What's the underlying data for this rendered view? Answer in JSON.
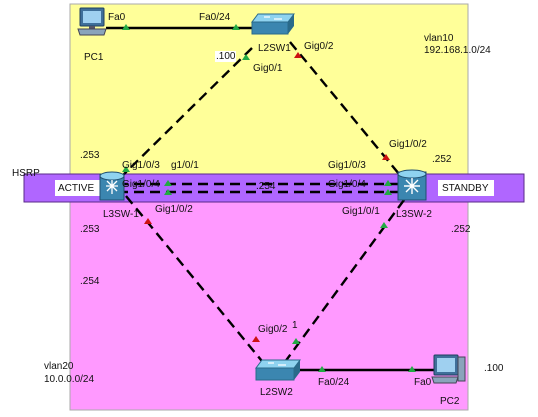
{
  "zones": {
    "top": {
      "vlan": "vlan10",
      "subnet": "192.168.1.0/24",
      "color": "#ffff99"
    },
    "bottom": {
      "vlan": "vlan20",
      "subnet": "10.0.0.0/24",
      "color": "#ff99ff"
    },
    "hsrp_band": {
      "label": "HSRP",
      "color": "#b066ff"
    }
  },
  "devices": {
    "pc1": {
      "name": "PC1",
      "icon": "pc-icon"
    },
    "pc2": {
      "name": "PC2",
      "icon": "pc-icon"
    },
    "l2sw1": {
      "name": "L2SW1",
      "icon": "l2-switch-icon"
    },
    "l2sw2": {
      "name": "L2SW2",
      "icon": "l2-switch-icon"
    },
    "l3sw1": {
      "name": "L3SW-1",
      "icon": "l3-switch-icon",
      "state": "ACTIVE"
    },
    "l3sw2": {
      "name": "L3SW-2",
      "icon": "l3-switch-icon",
      "state": "STANDBY"
    }
  },
  "ports": {
    "pc1_fa0": "Fa0",
    "l2sw1_fa024": "Fa0/24",
    "l2sw1_gig01": "Gig0/1",
    "l2sw1_gig02": "Gig0/2",
    "l2sw1_ip": ".100",
    "l3sw2_gig102": "Gig1/0/2",
    "l3sw2_ip_top": ".252",
    "l3sw1_ip_top": ".253",
    "l3sw1_gig103": "Gig1/0/3",
    "l3sw1_gig101": "g1/0/1",
    "l3sw1_gig104": "Gig1/0/4",
    "l3sw2_gig103": "Gig1/0/3",
    "l3sw2_gig104": "Gig1/0/4",
    "link_ip": ".254",
    "l3sw1_gig102": "Gig1/0/2",
    "l3sw2_gig101": "Gig1/0/1",
    "l3sw1_ip_bottom": ".253",
    "l3sw2_ip_bottom": ".252",
    "vip_bottom": ".254",
    "l2sw2_gig02": "Gig0/2",
    "l2sw2_gig01": "1",
    "l2sw2_fa024": "Fa0/24",
    "pc2_fa0": "Fa0",
    "pc2_ip": ".100"
  },
  "colors": {
    "link_up": "#22aa44",
    "link_blocked": "#cc1111",
    "cable": "#000000"
  }
}
